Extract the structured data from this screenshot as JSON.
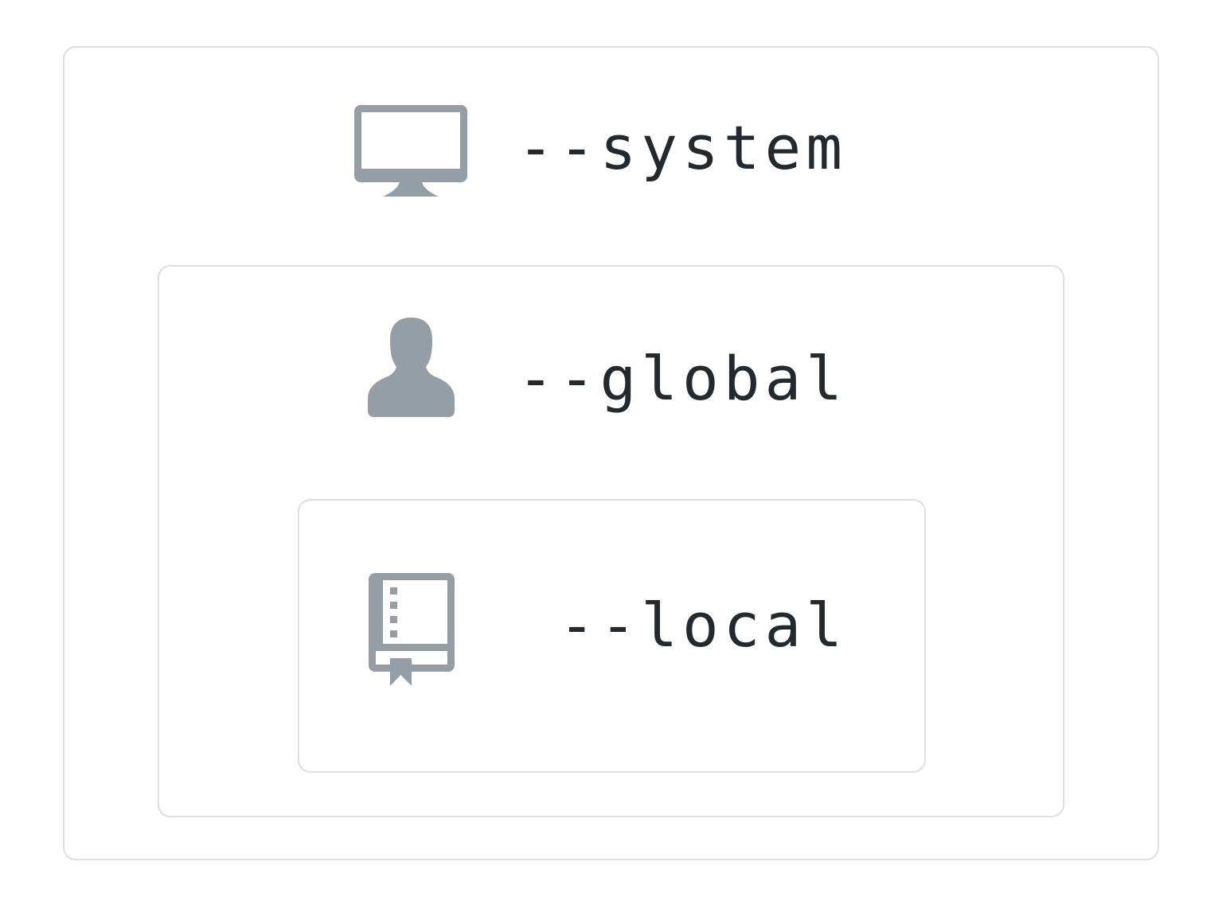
{
  "scopes": {
    "system": {
      "label": "--system",
      "icon": "monitor-icon"
    },
    "global": {
      "label": "--global",
      "icon": "person-icon"
    },
    "local": {
      "label": "--local",
      "icon": "repo-book-icon"
    }
  },
  "colors": {
    "icon": "#959da5",
    "text": "#24292e",
    "border": "#dcdfe3",
    "background": "#ffffff"
  }
}
